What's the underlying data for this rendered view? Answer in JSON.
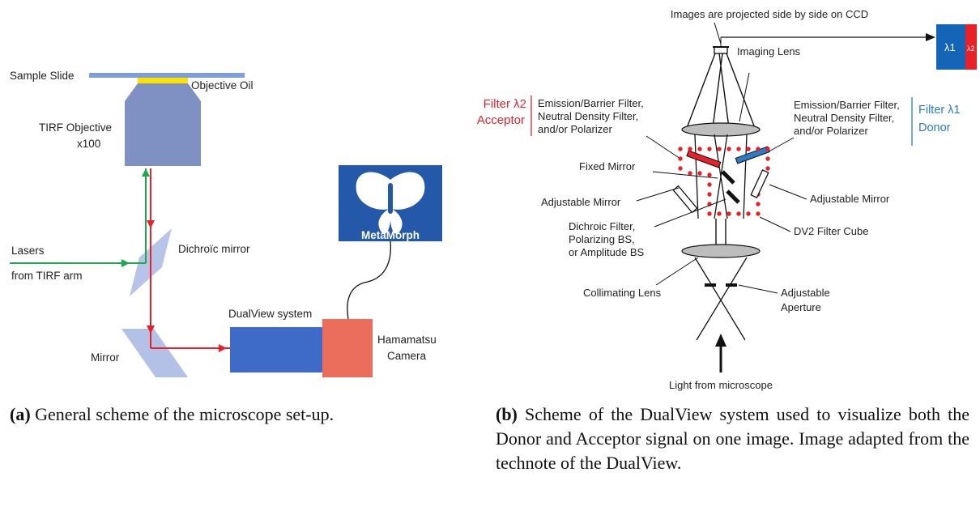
{
  "figA": {
    "sample_slide": "Sample Slide",
    "objective_oil": "Objective Oil",
    "tirf_objective_1": "TIRF Objective",
    "tirf_objective_2": "x100",
    "lasers_1": "Lasers",
    "lasers_2": "from TIRF arm",
    "dichroic_mirror": "Dichroïc mirror",
    "mirror": "Mirror",
    "dualview": "DualView system",
    "camera_1": "Hamamatsu",
    "camera_2": "Camera",
    "logo_text": "MetaMorph"
  },
  "figB": {
    "title": "Images are projected side by side on CCD",
    "imaging_lens": "Imaging Lens",
    "ccd_left": "λ1",
    "ccd_right": "λ2",
    "filter_acceptor_1": "Filter λ2",
    "filter_acceptor_2": "Acceptor",
    "filter_donor_1": "Filter λ1",
    "filter_donor_2": "Donor",
    "emission_left": [
      "Emission/Barrier Filter,",
      "Neutral Density Filter,",
      "and/or Polarizer"
    ],
    "emission_right": [
      "Emission/Barrier Filter,",
      "Neutral Density Filter,",
      "and/or Polarizer"
    ],
    "fixed_mirror": "Fixed Mirror",
    "adjustable_mirror_left": "Adjustable Mirror",
    "adjustable_mirror_right": "Adjustable Mirror",
    "dichroic": [
      "Dichroic Filter,",
      "Polarizing BS,",
      "or Amplitude BS"
    ],
    "dv2_cube": "DV2 Filter Cube",
    "collimating_lens": "Collimating Lens",
    "aperture": [
      "Adjustable",
      "Aperture"
    ],
    "light_from": "Light from microscope"
  },
  "captions": {
    "a_tag": "(a)",
    "a_text": " General scheme of the microscope set-up.",
    "b_tag": "(b)",
    "b_text": " Scheme of the DualView system used to visualize both the Donor and Acceptor signal on one image. Image adapted from the technote of the DualView."
  },
  "colors": {
    "laser_green": "#1aa84a",
    "laser_red": "#e8202a",
    "objective": "#7f90c2",
    "dualview": "#3d6bc7",
    "camera": "#ea6e5b",
    "oil": "#ffe000",
    "slide": "#7d9fd9",
    "mirror": "#b4c1e6",
    "metamorph": "#2458a8"
  }
}
